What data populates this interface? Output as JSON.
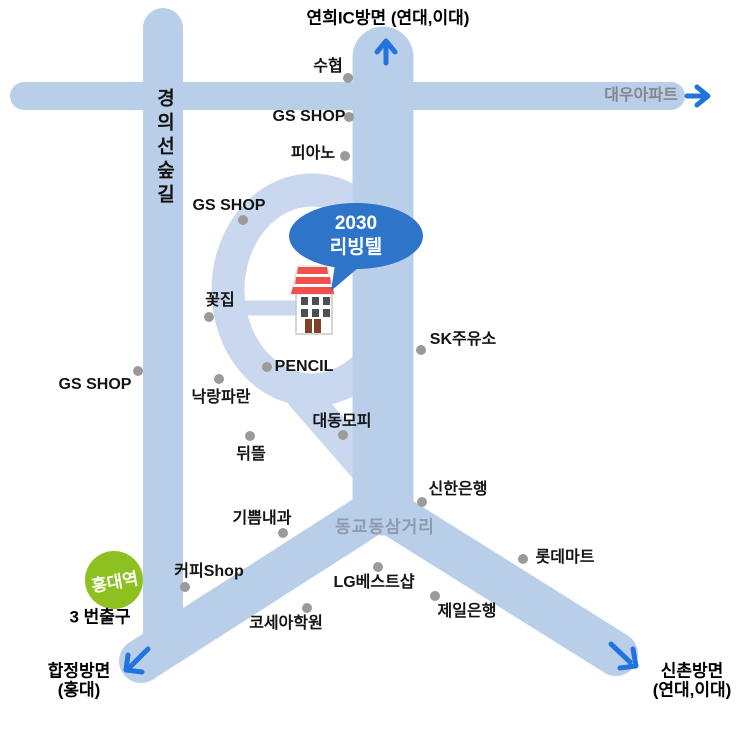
{
  "destination_balloon": {
    "line1": "2030",
    "line2": "리빙텔"
  },
  "directions": {
    "north": "연희IC방면 (연대,이대)",
    "east": "대우아파트",
    "southwest_line1": "합정방면",
    "southwest_line2": "(홍대)",
    "southeast_line1": "신촌방면",
    "southeast_line2": "(연대,이대)"
  },
  "roads": {
    "forest_path": "경의선숲길",
    "junction": "동교동삼거리"
  },
  "station": {
    "name": "홍대역",
    "exit": "3 번출구"
  },
  "pois": [
    {
      "name": "suhyup",
      "label": "수협"
    },
    {
      "name": "gs-shop-top",
      "label": "GS SHOP"
    },
    {
      "name": "piano",
      "label": "피아노"
    },
    {
      "name": "gs-shop-mid",
      "label": "GS SHOP"
    },
    {
      "name": "flower-shop",
      "label": "꽃집"
    },
    {
      "name": "sk-gas-station",
      "label": "SK주유소"
    },
    {
      "name": "pencil",
      "label": "PENCIL"
    },
    {
      "name": "gs-shop-left",
      "label": "GS SHOP"
    },
    {
      "name": "nakrang-paran",
      "label": "낙랑파란"
    },
    {
      "name": "daedong-mopi",
      "label": "대동모피"
    },
    {
      "name": "dwitteul",
      "label": "뒤뜰"
    },
    {
      "name": "shinhan-bank",
      "label": "신한은행"
    },
    {
      "name": "gippeum-clinic",
      "label": "기쁨내과"
    },
    {
      "name": "lotte-mart",
      "label": "롯데마트"
    },
    {
      "name": "coffee-shop",
      "label": "커피Shop"
    },
    {
      "name": "lg-best-shop",
      "label": "LG베스트샵"
    },
    {
      "name": "jeil-bank",
      "label": "제일은행"
    },
    {
      "name": "kosea-academy",
      "label": "코세아학원"
    }
  ],
  "colors": {
    "road": "#b9cfe9",
    "ring_road": "#c9d8ee",
    "balloon": "#2e74c8",
    "arrow": "#2273dd",
    "station_green": "#8cc11f",
    "poi_dot": "#9a9a9a",
    "gray_label": "#85858c",
    "junction_label": "#8f9aad",
    "house_roof_red": "#f0514d"
  }
}
